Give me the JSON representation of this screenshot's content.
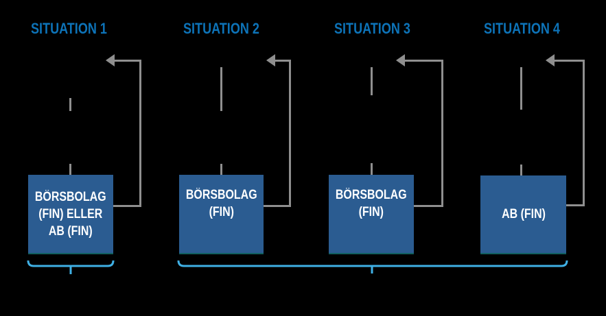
{
  "colors": {
    "background": "#000000",
    "title": "#0D73B8",
    "box": "#2B5C91",
    "box_text": "#FFFFFF",
    "line": "#8F8F8F",
    "brace": "#3FB0E5"
  },
  "situations": [
    {
      "title": "SITUATION 1",
      "box_label": "BÖRSBOLAG\n(FIN) ELLER\nAB (FIN)"
    },
    {
      "title": "SITUATION 2",
      "box_label": "BÖRSBOLAG\n(FIN)"
    },
    {
      "title": "SITUATION 3",
      "box_label": "BÖRSBOLAG\n(FIN)"
    },
    {
      "title": "SITUATION 4",
      "box_label": "AB (FIN)"
    }
  ]
}
